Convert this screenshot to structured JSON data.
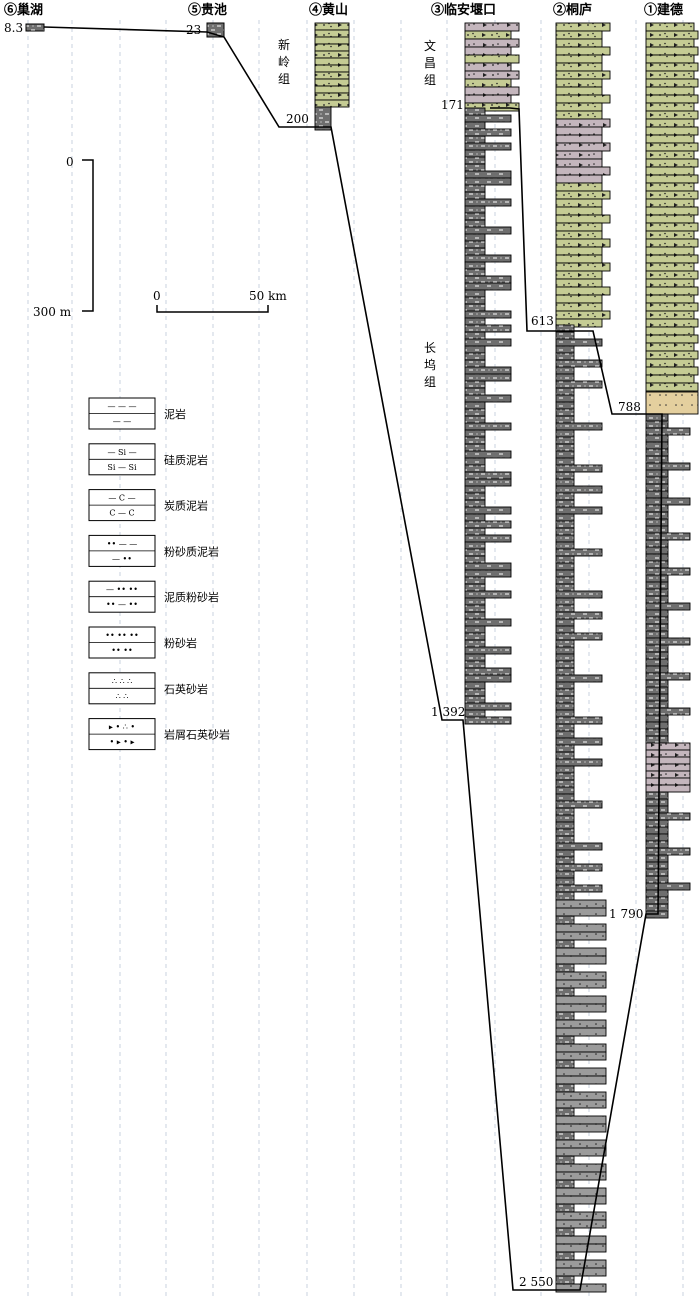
{
  "sections": [
    {
      "id": "s6",
      "title": "⑥巢湖",
      "depth_label": "8.3"
    },
    {
      "id": "s5",
      "title": "⑤贵池",
      "depth_label": "23"
    },
    {
      "id": "s4",
      "title": "④黄山",
      "depth_label": "200"
    },
    {
      "id": "s3",
      "title": "③临安堰口",
      "depth_labels": [
        "171",
        "1 392"
      ]
    },
    {
      "id": "s2",
      "title": "②桐庐",
      "depth_labels": [
        "613",
        "2 550"
      ]
    },
    {
      "id": "s1",
      "title": "①建德",
      "depth_labels": [
        "788",
        "1 790"
      ]
    }
  ],
  "formations": {
    "xinling": "新岭组",
    "wenchang": "文昌组",
    "changwu": "长坞组"
  },
  "scale": {
    "vertical_top": "0",
    "vertical_bottom": "300 m",
    "horizontal_left": "0",
    "horizontal_right": "50 km"
  },
  "legend": [
    {
      "key": "mudstone",
      "label": "泥岩",
      "symbols": [
        "— — —",
        "— —"
      ]
    },
    {
      "key": "siliceous",
      "label": "硅质泥岩",
      "symbols": [
        "— Si —",
        "Si — Si"
      ]
    },
    {
      "key": "carbonaceous",
      "label": "炭质泥岩",
      "symbols": [
        "— C —",
        "C — C"
      ]
    },
    {
      "key": "silty-mudstone",
      "label": "粉砂质泥岩",
      "symbols": [
        "•• — —",
        "— ••"
      ]
    },
    {
      "key": "muddy-siltstone",
      "label": "泥质粉砂岩",
      "symbols": [
        "— •• ••",
        "•• — ••"
      ]
    },
    {
      "key": "siltstone",
      "label": "粉砂岩",
      "symbols": [
        "•• •• ••",
        "•• ••"
      ]
    },
    {
      "key": "quartz-sandstone",
      "label": "石英砂岩",
      "symbols": [
        "∴ ∴ ∴",
        "∴ ∴"
      ]
    },
    {
      "key": "lithic-quartz-sandstone",
      "label": "岩屑石英砂岩",
      "symbols": [
        "▸ • ∴ •",
        "• ▸ • ▸"
      ]
    }
  ],
  "colors": {
    "green": "#c5cc94",
    "mauve": "#c4b6bd",
    "dark": "#707070",
    "mid": "#9a9a9a",
    "tan": "#e4cf9e",
    "grid": "#bcc8d8"
  }
}
